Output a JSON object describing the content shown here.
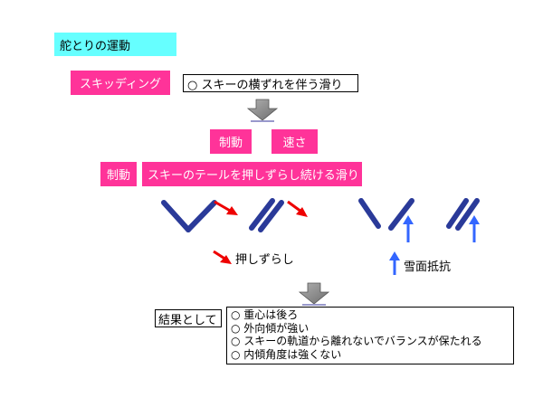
{
  "title": "舵とりの運動",
  "skidding": {
    "label": "スキッディング",
    "description": "○ スキーの横ずれを伴う滑り"
  },
  "factors": {
    "braking": "制動",
    "speed": "速さ"
  },
  "technique": {
    "label": "制動",
    "description": "スキーのテールを押しずらし続ける滑り"
  },
  "legend": {
    "push": "押しずらし",
    "resistance": "雪面抵抗"
  },
  "result": {
    "label": "結果として",
    "items": [
      "○ 重心は後ろ",
      "○ 外向傾が強い",
      "○ スキーの軌道から離れないでバランスが保たれる",
      "○ 内傾角度は強くない"
    ]
  },
  "colors": {
    "title_bg": "#66ffff",
    "label_bg": "#ff3399",
    "ski": "#2a3a99",
    "push_arrow": "#ee0000",
    "resistance_arrow": "#3366ff",
    "process_arrow": "#888888"
  },
  "icons": [
    "down-arrow-icon",
    "ski-icon",
    "red-arrow-icon",
    "blue-arrow-icon"
  ]
}
